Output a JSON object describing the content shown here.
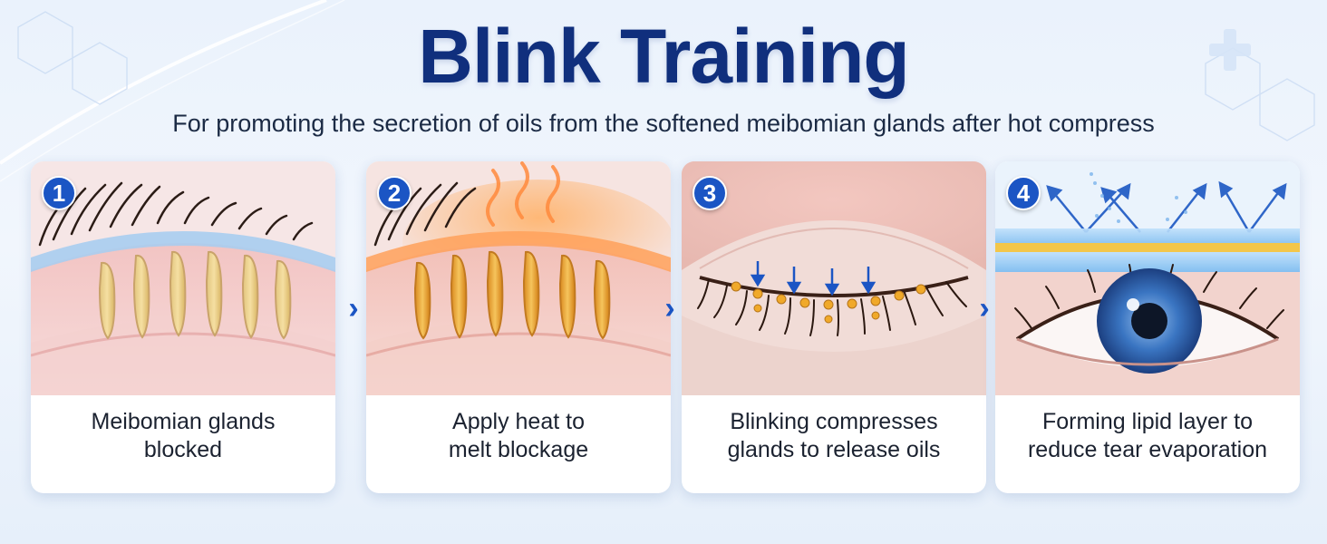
{
  "title": "Blink Training",
  "subtitle": "For promoting the secretion of oils from the softened meibomian glands after hot compress",
  "steps": [
    {
      "number": "1",
      "caption_line1": "Meibomian glands",
      "caption_line2": "blocked"
    },
    {
      "number": "2",
      "caption_line1": "Apply heat to",
      "caption_line2": "melt blockage"
    },
    {
      "number": "3",
      "caption_line1": "Blinking compresses",
      "caption_line2": "glands to release oils"
    },
    {
      "number": "4",
      "caption_line1": "Forming lipid layer to",
      "caption_line2": "reduce tear evaporation"
    }
  ],
  "arrow_glyph": "›",
  "icons": [
    "eyelid-glands-blocked-illustration",
    "eyelid-heat-illustration",
    "closed-eye-blink-illustration",
    "open-eye-lipid-layer-illustration"
  ],
  "colors": {
    "accent": "#1b55c4",
    "title": "#102f7d",
    "gland": "#e4a83a",
    "heat": "#ff8a3d"
  }
}
